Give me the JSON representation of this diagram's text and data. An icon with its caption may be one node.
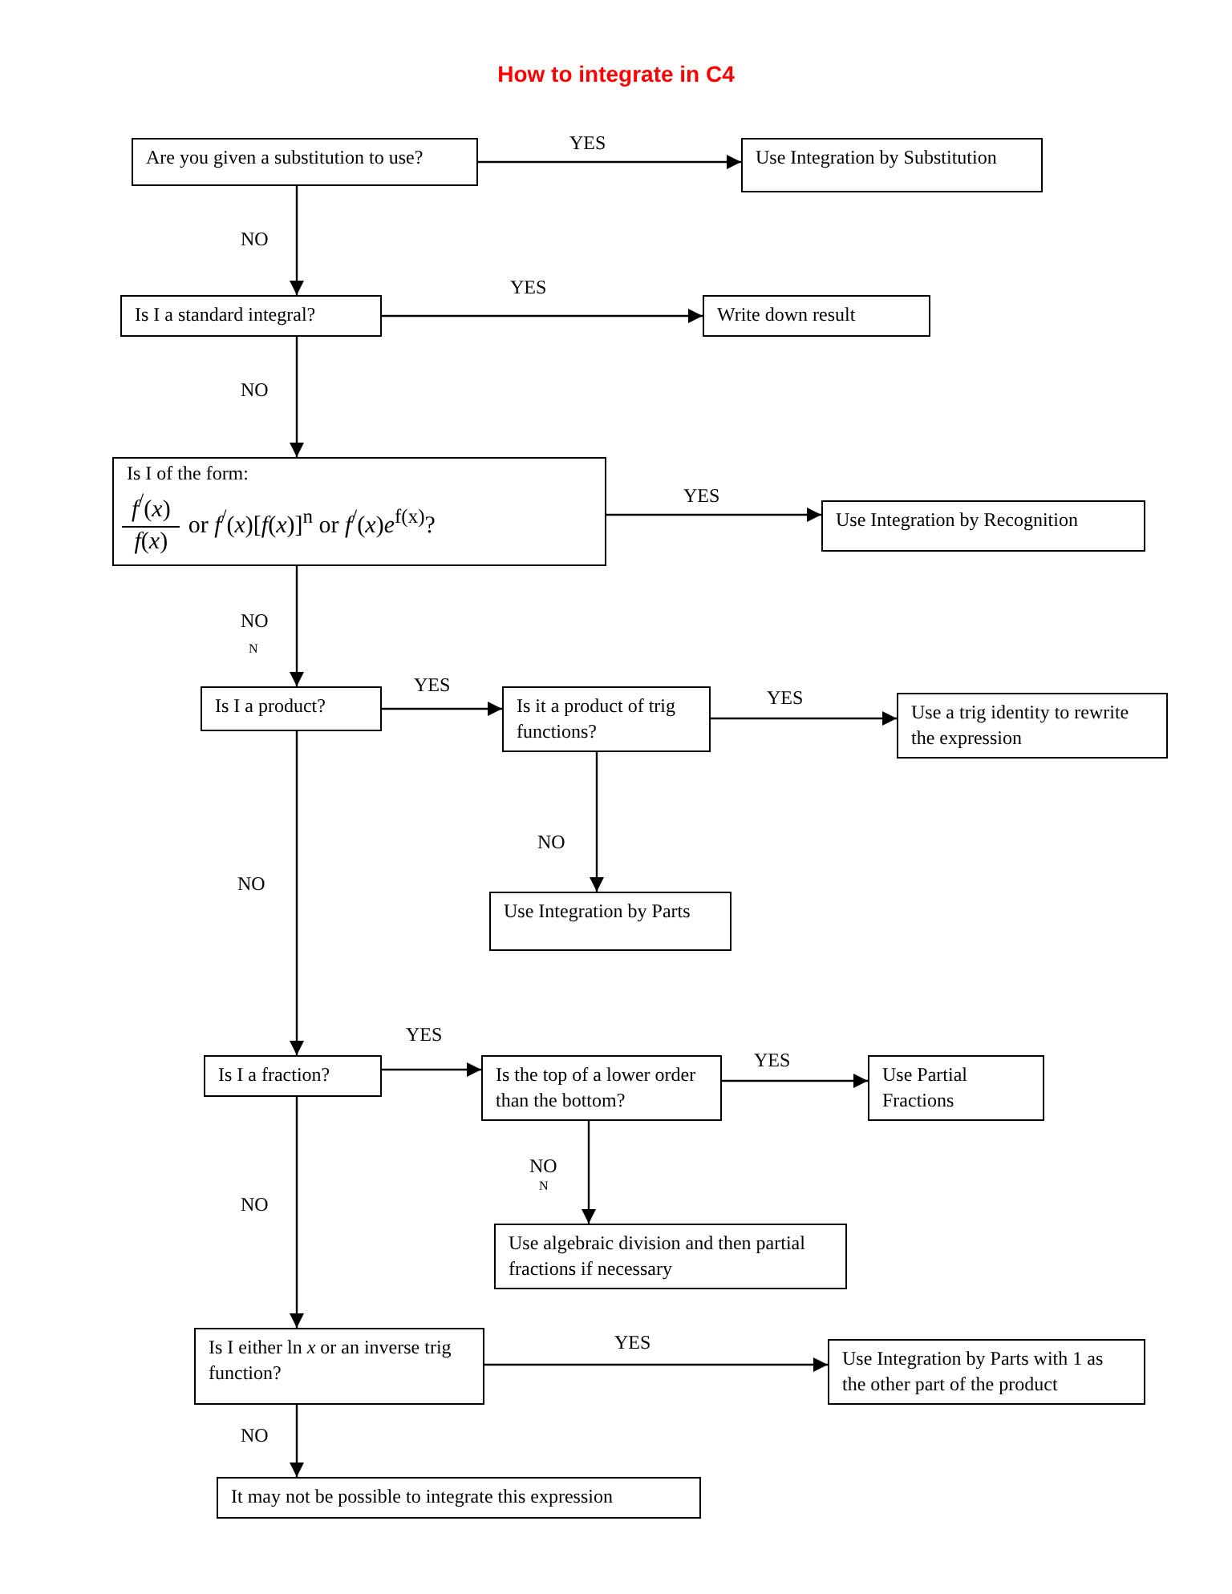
{
  "diagram": {
    "title": "How to integrate in C4",
    "nodes": [
      {
        "text": [
          "Are you given a substitution to use?"
        ]
      },
      {
        "text": [
          "Use Integration by Substitution"
        ]
      },
      {
        "text": [
          "Is I a standard integral?"
        ]
      },
      {
        "text": [
          "Write down result"
        ]
      },
      {
        "text": [
          "Is I of the form:",
          "*f*$^{/}$(*x*)",
          "*f*(*x*)",
          "or *f*$^{/}$(*x*)[*f*(*x*)]$^{n}$ or *f*$^{/}$(*x*)*e*$^{f(x)}$?"
        ]
      },
      {
        "text": [
          "Use Integration by Recognition"
        ]
      },
      {
        "text": [
          "Is I a product?"
        ]
      },
      {
        "text": [
          "Is it a product of trig functions?"
        ]
      },
      {
        "text": [
          "Use a trig identity to rewrite the expression"
        ]
      },
      {
        "text": [
          "Use Integration by Parts"
        ]
      },
      {
        "text": [
          "Is I a fraction?"
        ]
      },
      {
        "text": [
          "Is the top of a lower order than the bottom?"
        ]
      },
      {
        "text": [
          "Use Partial Fractions"
        ]
      },
      {
        "text": [
          "Use algebraic division and then partial fractions if necessary"
        ]
      },
      {
        "text": [
          "Is I either ln *x* or an inverse trig function?"
        ]
      },
      {
        "text": [
          "Use Integration by Parts with 1 as the other part of the product"
        ]
      },
      {
        "text": [
          "It may not be possible to integrate this expression"
        ]
      }
    ],
    "edges": [
      {
        "from": 0,
        "to": 1,
        "arrow": "to",
        "label": "YES"
      },
      {
        "from": 0,
        "to": 2,
        "arrow": "to",
        "label": "NO"
      },
      {
        "from": 2,
        "to": 3,
        "arrow": "to",
        "label": "YES"
      },
      {
        "from": 2,
        "to": 4,
        "arrow": "to",
        "label": "NO"
      },
      {
        "from": 4,
        "to": 5,
        "arrow": "to",
        "label": "YES"
      },
      {
        "from": 4,
        "to": 6,
        "arrow": "to",
        "label": "NO"
      },
      {
        "from": 6,
        "to": 7,
        "arrow": "to",
        "label": "YES"
      },
      {
        "from": 7,
        "to": 8,
        "arrow": "to",
        "label": "YES"
      },
      {
        "from": 7,
        "to": 9,
        "arrow": "to",
        "label": "NO"
      },
      {
        "from": 6,
        "to": 10,
        "arrow": "to",
        "label": "NO"
      },
      {
        "from": 10,
        "to": 11,
        "arrow": "to",
        "label": "YES"
      },
      {
        "from": 11,
        "to": 12,
        "arrow": "to",
        "label": "YES"
      },
      {
        "from": 11,
        "to": 13,
        "arrow": "to",
        "label": "NO"
      },
      {
        "from": 10,
        "to": 14,
        "arrow": "to",
        "label": "NO"
      },
      {
        "from": 14,
        "to": 15,
        "arrow": "to",
        "label": "YES"
      },
      {
        "from": 14,
        "to": 16,
        "arrow": "to",
        "label": "NO"
      }
    ],
    "labels": [
      "N",
      "N"
    ]
  }
}
